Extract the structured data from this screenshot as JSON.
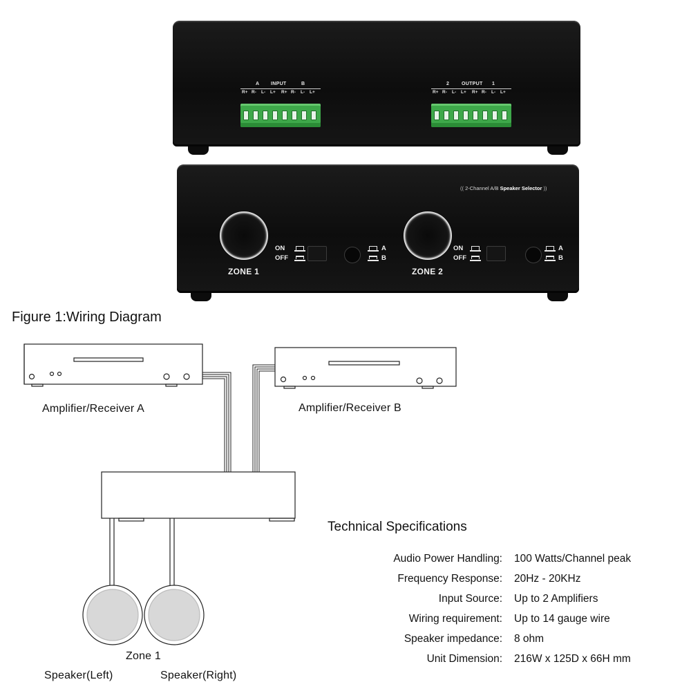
{
  "rear_panel": {
    "input": {
      "label": "INPUT",
      "left": "A",
      "right": "B",
      "pins": [
        "R+",
        "R-",
        "L-",
        "L+",
        "R+",
        "R-",
        "L-",
        "L+"
      ]
    },
    "output": {
      "label": "OUTPUT",
      "left": "2",
      "right": "1",
      "pins": [
        "R+",
        "R-",
        "L-",
        "L+",
        "R+",
        "R-",
        "L-",
        "L+"
      ]
    }
  },
  "front_panel": {
    "title_prefix": "2-Channel A/B",
    "title_bold": "Speaker Selector",
    "zones": [
      {
        "label": "ZONE 1",
        "on": "ON",
        "off": "OFF",
        "a": "A",
        "b": "B"
      },
      {
        "label": "ZONE 2",
        "on": "ON",
        "off": "OFF",
        "a": "A",
        "b": "B"
      }
    ]
  },
  "diagram": {
    "figure_title": "Figure 1:Wiring Diagram",
    "amp_a": "Amplifier/Receiver A",
    "amp_b": "Amplifier/Receiver B",
    "zone": "Zone 1",
    "speaker_left": "Speaker(Left)",
    "speaker_right": "Speaker(Right)"
  },
  "specs": {
    "title": "Technical Specifications",
    "rows": [
      {
        "key": "Audio Power Handling:",
        "value": "100 Watts/Channel peak"
      },
      {
        "key": "Frequency Response:",
        "value": "20Hz - 20KHz"
      },
      {
        "key": "Input Source:",
        "value": "Up to 2 Amplifiers"
      },
      {
        "key": "Wiring requirement:",
        "value": "Up to 14 gauge wire"
      },
      {
        "key": "Speaker impedance:",
        "value": "8 ohm"
      },
      {
        "key": "Unit Dimension:",
        "value": "216W x 125D x 66H mm"
      }
    ]
  }
}
